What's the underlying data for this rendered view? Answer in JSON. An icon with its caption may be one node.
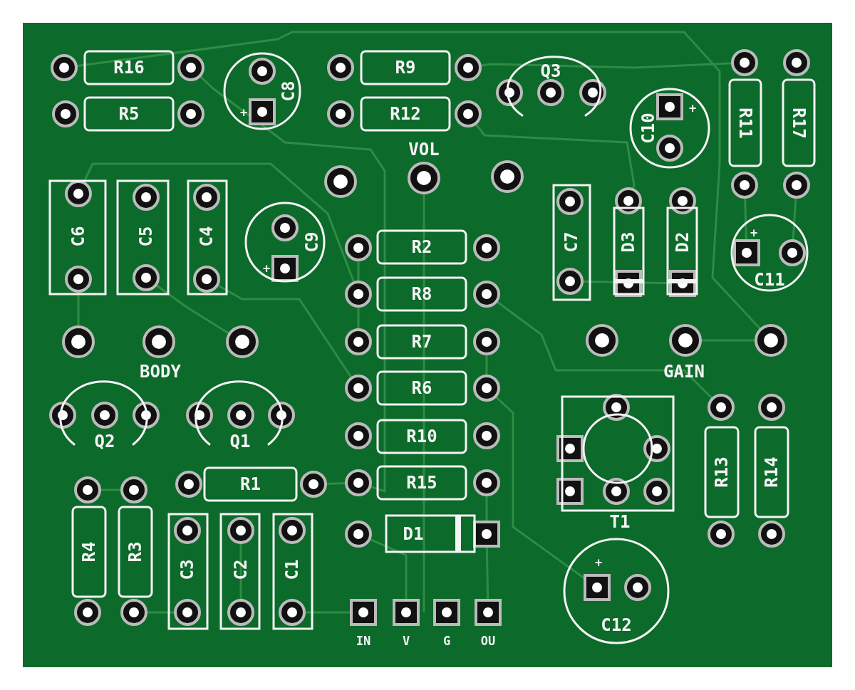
{
  "diagram": {
    "nodes": [
      {
        "text": [
          "R16"
        ]
      },
      {
        "text": [
          "R5"
        ]
      },
      {
        "text": [
          "C8",
          "+"
        ]
      },
      {
        "text": [
          "R9"
        ]
      },
      {
        "text": [
          "R12"
        ]
      },
      {
        "text": [
          "Q3"
        ]
      },
      {
        "text": [
          "C10",
          "+"
        ]
      },
      {
        "text": [
          "R11"
        ]
      },
      {
        "text": [
          "R17"
        ]
      },
      {
        "text": [
          "C6"
        ]
      },
      {
        "text": [
          "C5"
        ]
      },
      {
        "text": [
          "C4"
        ]
      },
      {
        "text": [
          "C9",
          "+"
        ]
      },
      {
        "text": [
          "R2"
        ]
      },
      {
        "text": [
          "R8"
        ]
      },
      {
        "text": [
          "C7"
        ]
      },
      {
        "text": [
          "D3"
        ]
      },
      {
        "text": [
          "D2"
        ]
      },
      {
        "text": [
          "+",
          "C11"
        ]
      },
      {
        "text": [
          "R7"
        ]
      },
      {
        "text": [
          "R6"
        ]
      },
      {
        "text": [
          "Q2"
        ]
      },
      {
        "text": [
          "Q1"
        ]
      },
      {
        "text": [
          "R10"
        ]
      },
      {
        "text": [
          "T1"
        ]
      },
      {
        "text": [
          "R13"
        ]
      },
      {
        "text": [
          "R14"
        ]
      },
      {
        "text": [
          "R1"
        ]
      },
      {
        "text": [
          "R15"
        ]
      },
      {
        "text": [
          "R4"
        ]
      },
      {
        "text": [
          "R3"
        ]
      },
      {
        "text": [
          "C3"
        ]
      },
      {
        "text": [
          "C2"
        ]
      },
      {
        "text": [
          "C1"
        ]
      },
      {
        "text": [
          "D1"
        ]
      },
      {
        "text": [
          "+",
          "C12"
        ]
      }
    ],
    "labels": [
      "VOL",
      "BODY",
      "GAIN",
      "IN",
      "V",
      "G",
      "OU"
    ]
  }
}
